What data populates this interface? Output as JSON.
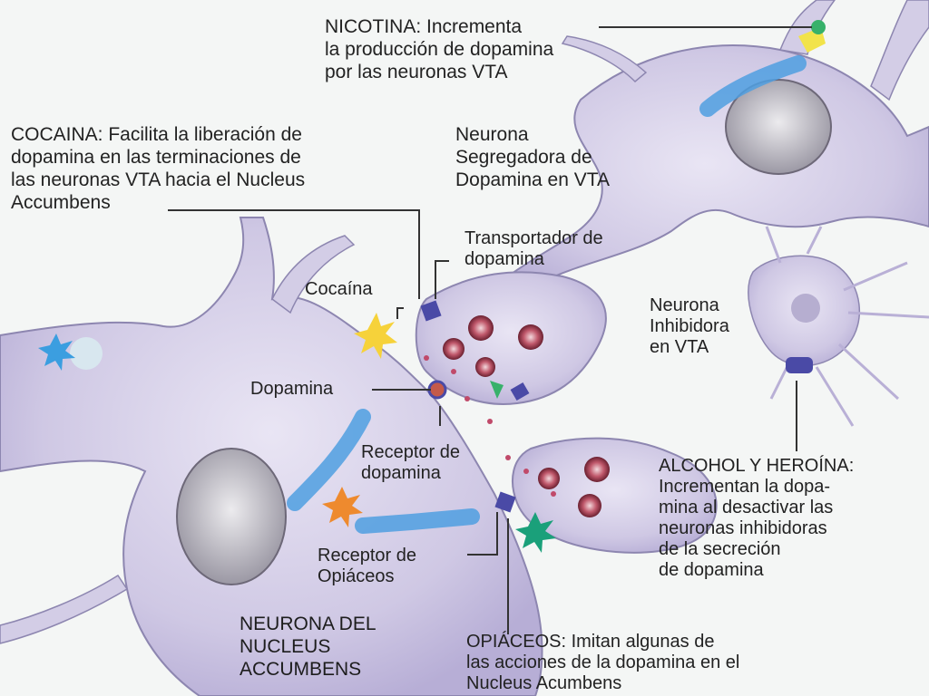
{
  "labels": {
    "nicotina": [
      "NICOTINA: Incrementa",
      "la producción de dopamina",
      "por las neuronas VTA"
    ],
    "cocaina_note": [
      "COCAINA: Facilita la liberación de",
      "dopamina en las terminaciones de",
      "las neuronas VTA hacia el Nucleus",
      "Accumbens"
    ],
    "neurona_segregadora": [
      "Neurona",
      "Segregadora de",
      "Dopamina en VTA"
    ],
    "transportador": [
      "Transportador de",
      "dopamina"
    ],
    "cocaina": "Cocaína",
    "neurona_inhibidora": [
      "Neurona",
      "Inhibidora",
      "en VTA"
    ],
    "dopamina": "Dopamina",
    "receptor_dopamina": [
      "Receptor de",
      "dopamina"
    ],
    "alcohol_heroina": [
      "ALCOHOL Y HEROÍNA:",
      "Incrementan la dopa-",
      "mina al desactivar las",
      "neuronas inhibidoras",
      "de la secreción",
      "de dopamina"
    ],
    "receptor_opiaceos": [
      "Receptor de",
      "Opiáceos"
    ],
    "neurona_nucleus": [
      "NEURONA DEL",
      "NUCLEUS",
      "ACCUMBENS"
    ],
    "opiaceos": [
      "OPIÁCEOS: Imitan algunas de",
      "las acciones de la dopamina en el",
      "Nucleus Acumbens"
    ]
  },
  "colors": {
    "background": "#f4f6f5",
    "neuron_fill": "#d9d3ea",
    "neuron_stroke": "#8d86b0",
    "arrow_blue": "#4f9fe0",
    "vesicle": "#7a2a3a",
    "receptor": "#4a4aa6",
    "cocaine_star": "#f6d23a",
    "opiate_star": "#1aa07a",
    "alcohol_star": "#ee8a2e"
  }
}
